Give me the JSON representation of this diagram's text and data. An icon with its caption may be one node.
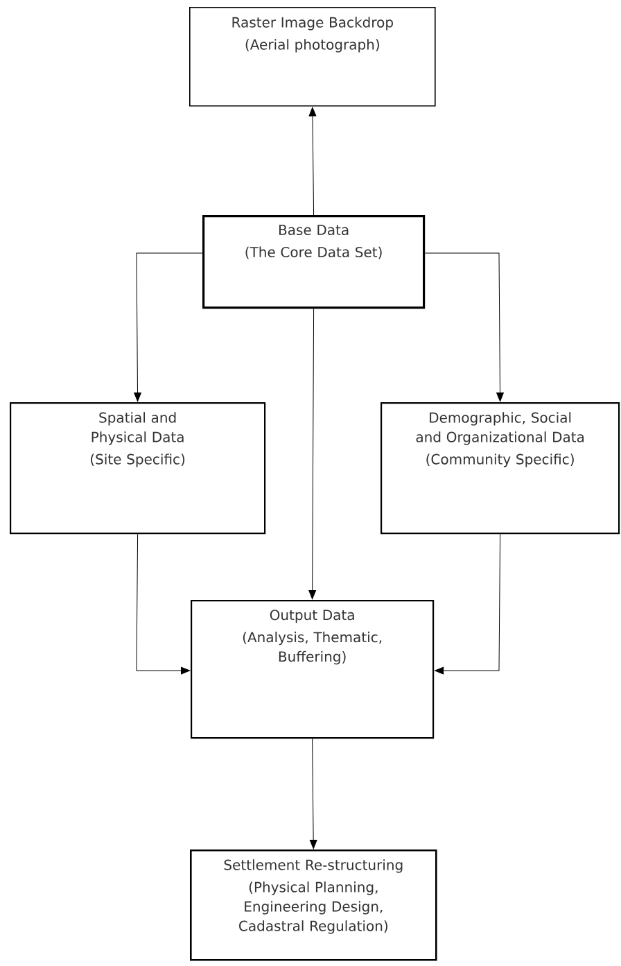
{
  "diagram": {
    "nodes": [
      {
        "text": [
          "Raster Image Backdrop",
          "(Aerial photograph)"
        ]
      },
      {
        "text": [
          "Base Data",
          "(The Core Data Set)"
        ]
      },
      {
        "text": [
          "Spatial and Physical Data",
          "(Site Specific)"
        ]
      },
      {
        "text": [
          "Demographic, Social and Organizational Data",
          "(Community Specific)"
        ]
      },
      {
        "text": [
          "Output Data",
          "(Analysis, Thematic, Buffering)"
        ]
      },
      {
        "text": [
          "Settlement Re-structuring",
          "(Physical Planning, Engineering Design, Cadastral Regulation)"
        ]
      }
    ],
    "edges": [
      {
        "from": 1,
        "to": 0,
        "arrow": "to"
      },
      {
        "from": 1,
        "to": 2,
        "arrow": "to"
      },
      {
        "from": 1,
        "to": 3,
        "arrow": "to"
      },
      {
        "from": 1,
        "to": 4,
        "arrow": "to"
      },
      {
        "from": 2,
        "to": 4,
        "arrow": "to"
      },
      {
        "from": 3,
        "to": 4,
        "arrow": "to"
      },
      {
        "from": 4,
        "to": 5,
        "arrow": "to"
      }
    ]
  }
}
